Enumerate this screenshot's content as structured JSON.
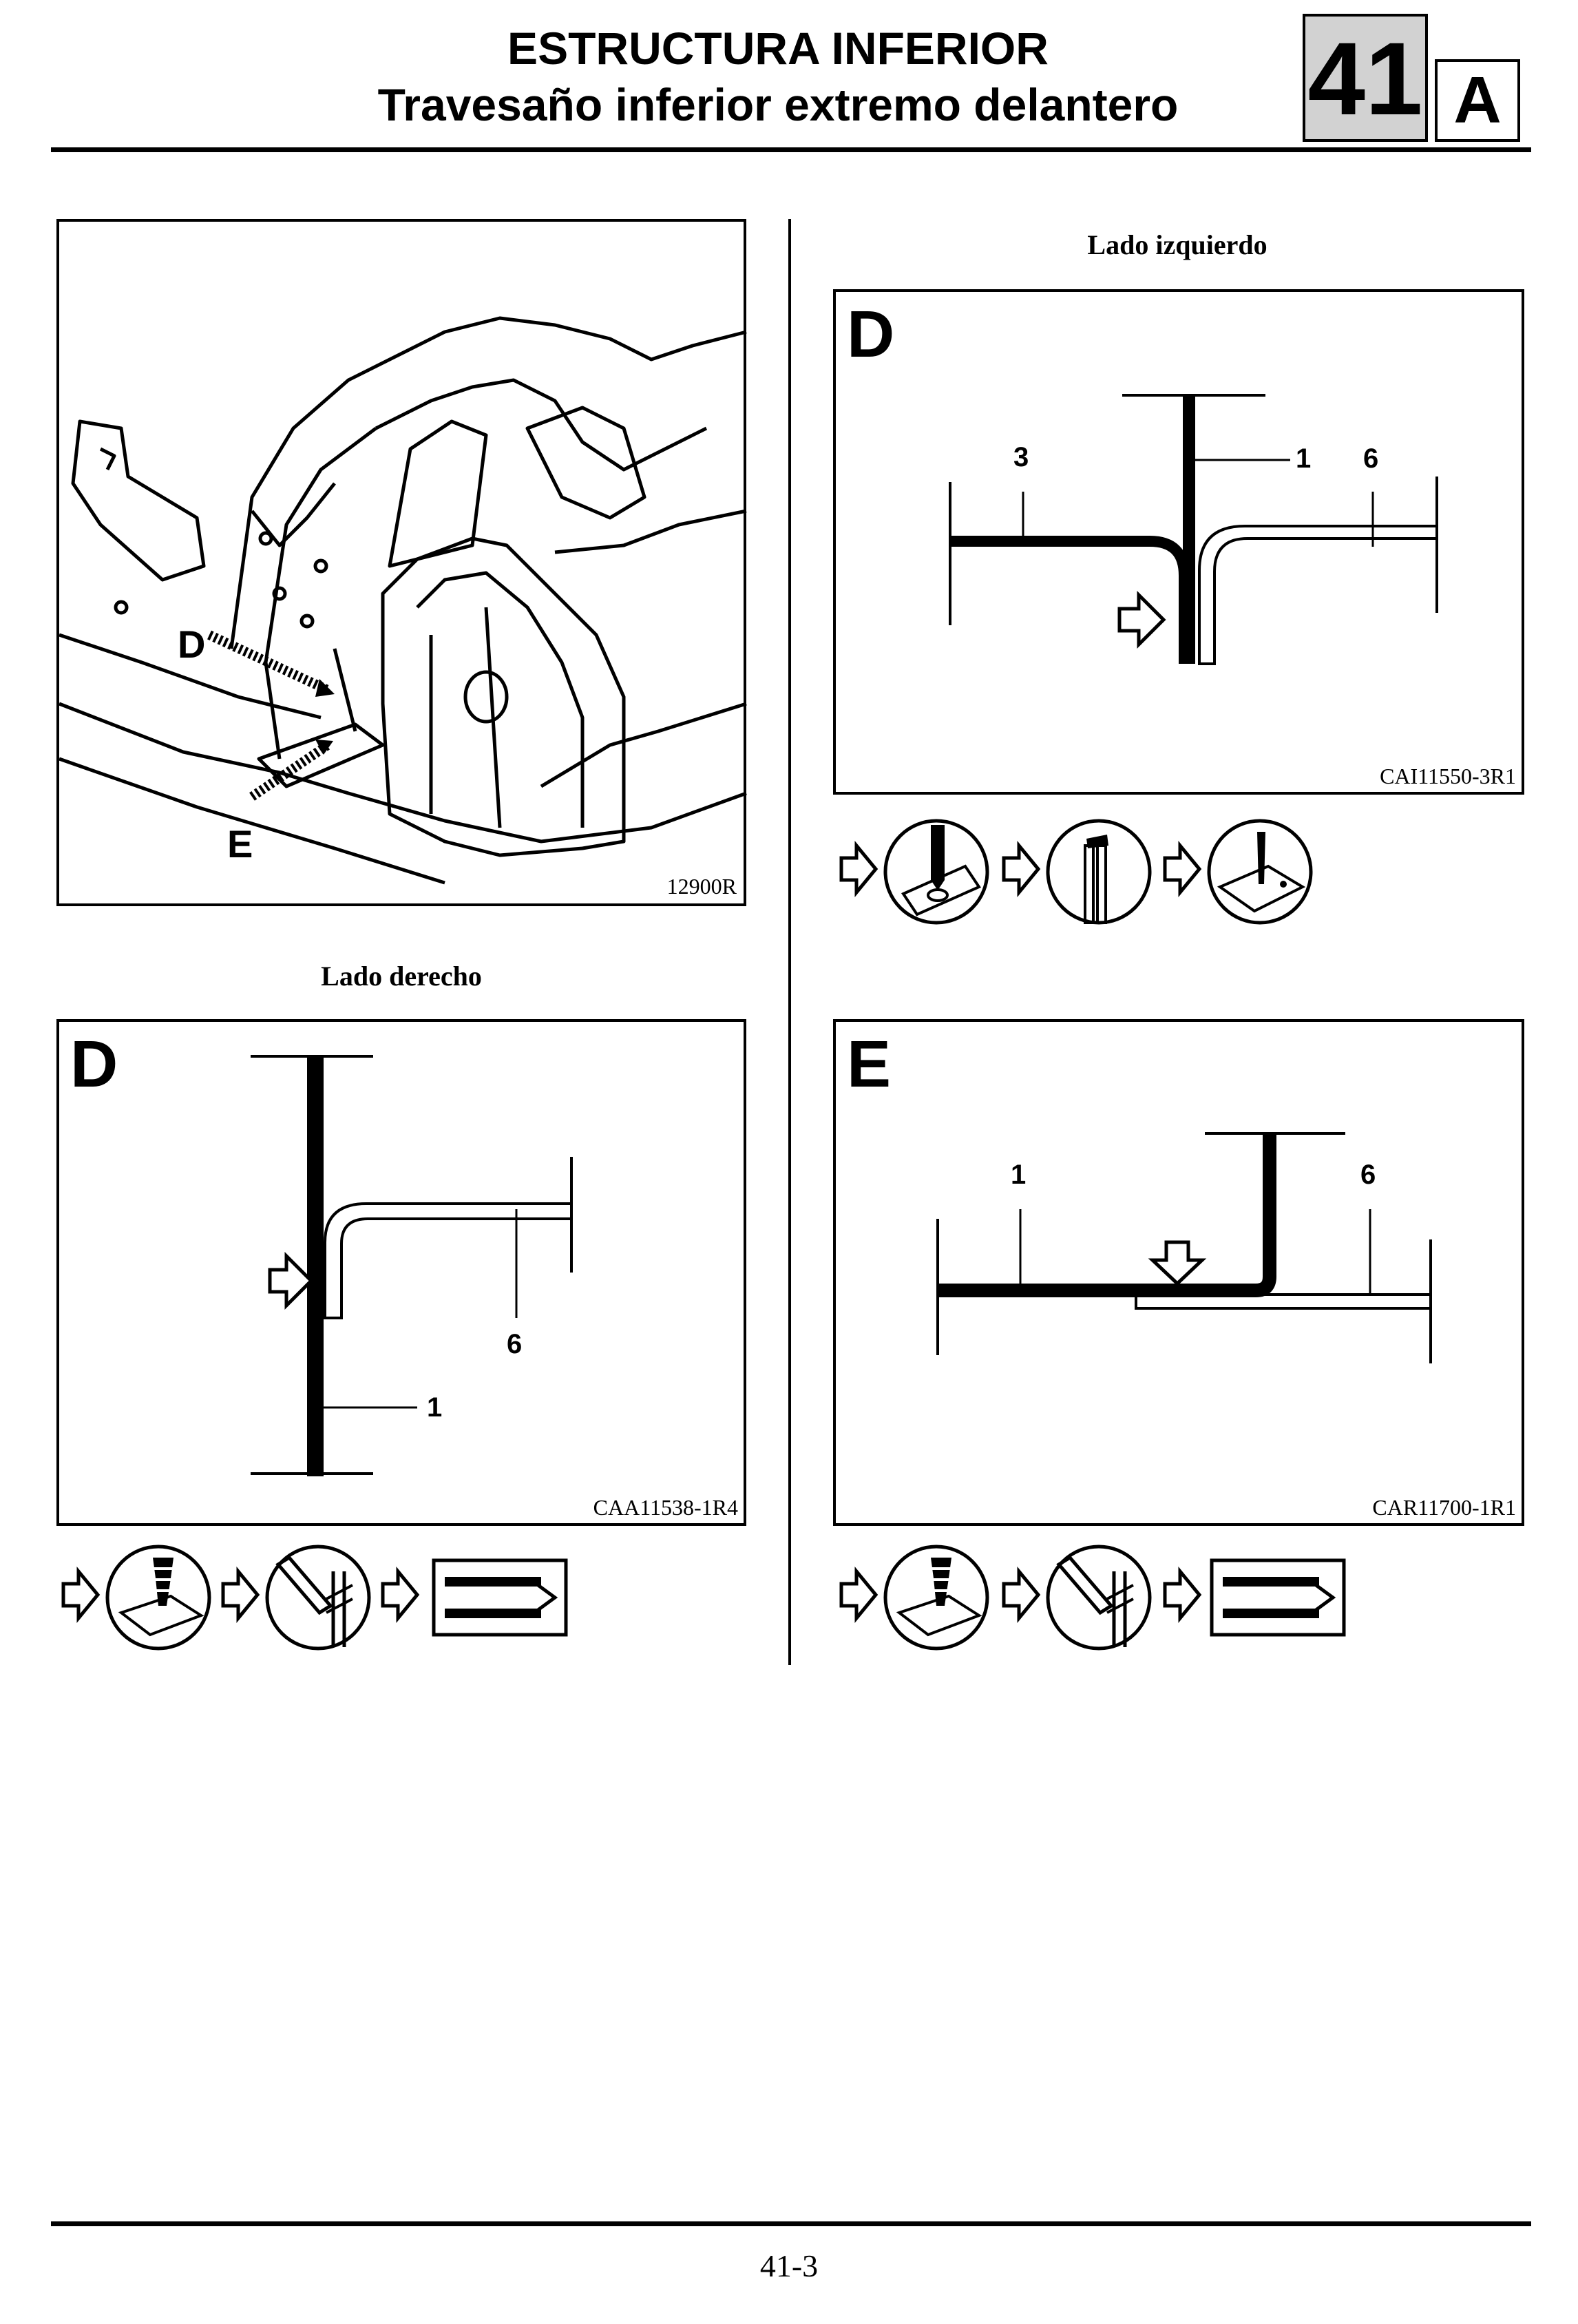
{
  "header": {
    "title_line1": "ESTRUCTURA INFERIOR",
    "title_line2": "Travesaño inferior extremo delantero",
    "section_number": "41",
    "section_letter": "A"
  },
  "figures": {
    "overview": {
      "caption": "12900R",
      "callout_d": "D",
      "callout_e": "E"
    },
    "left_side": {
      "heading": "Lado izquierdo",
      "letter": "D",
      "labels": [
        "3",
        "1",
        "6"
      ],
      "caption": "CAI11550-3R1"
    },
    "right_side": {
      "heading": "Lado derecho",
      "letter": "D",
      "labels": [
        "6",
        "1"
      ],
      "caption": "CAA11538-1R4"
    },
    "detail_e": {
      "letter": "E",
      "labels": [
        "1",
        "6"
      ],
      "caption": "CAR11700-1R1"
    }
  },
  "procedure_icons": {
    "left_side": [
      "drill-icon",
      "spot-weld-cut-icon",
      "punch-icon"
    ],
    "right_side": [
      "plug-weld-icon",
      "grind-icon",
      "sealant-icon"
    ],
    "detail_e": [
      "plug-weld-icon",
      "grind-icon",
      "sealant-icon"
    ]
  },
  "footer": {
    "page_number": "41-3"
  }
}
